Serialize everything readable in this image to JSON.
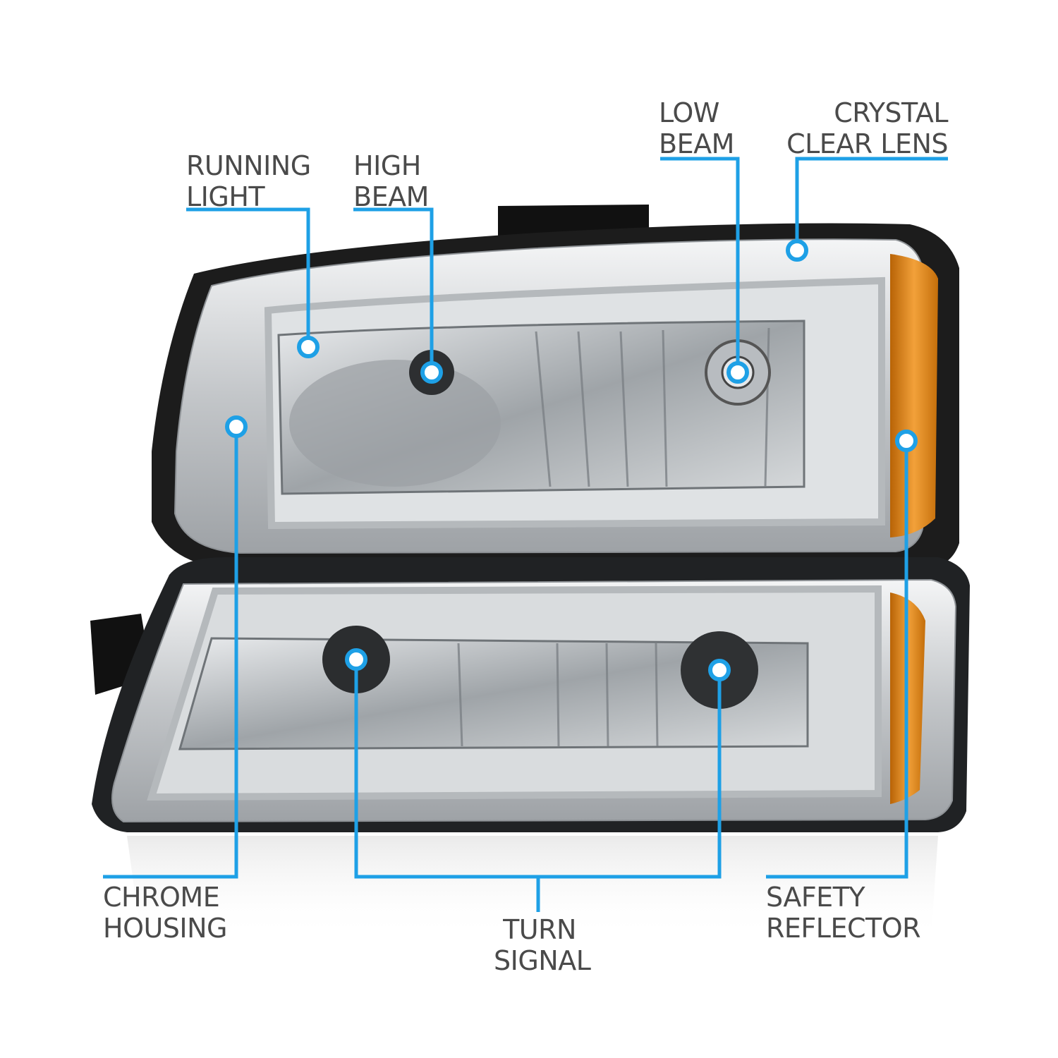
{
  "colors": {
    "callout": "#1ea0e6",
    "label_text": "#4a4a4a",
    "housing_dark": "#1c1c1c",
    "chrome": "#c9cbcd",
    "amber": "#e08a12"
  },
  "callouts": {
    "running_light": {
      "line1": "RUNNING",
      "line2": "LIGHT"
    },
    "high_beam": {
      "line1": "HIGH",
      "line2": "BEAM"
    },
    "low_beam": {
      "line1": "LOW",
      "line2": "BEAM"
    },
    "crystal_clear_lens": {
      "line1": "CRYSTAL",
      "line2": "CLEAR LENS"
    },
    "chrome_housing": {
      "line1": "CHROME",
      "line2": "HOUSING"
    },
    "turn_signal": {
      "line1": "TURN",
      "line2": "SIGNAL"
    },
    "safety_reflector": {
      "line1": "SAFETY",
      "line2": "REFLECTOR"
    }
  }
}
